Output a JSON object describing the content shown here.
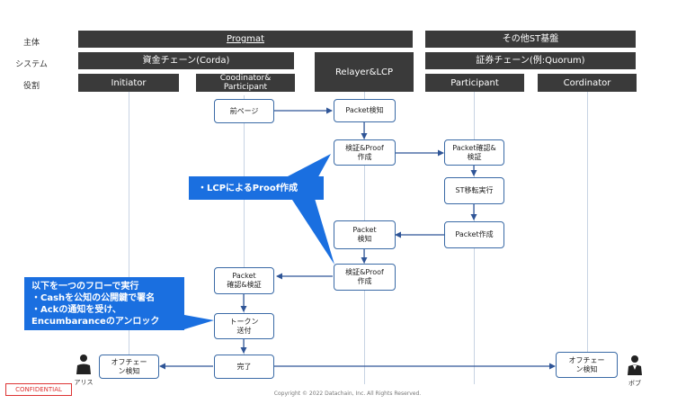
{
  "row_labels": [
    "主体",
    "システム",
    "役割"
  ],
  "headers": {
    "progmat": "Progmat",
    "other_base": "その他ST基盤",
    "cash_chain": "資金チェーン(Corda)",
    "relayer": "Relayer&LCP",
    "securities_chain": "証券チェーン(例:Quorum)",
    "initiator": "Initiator",
    "coordinator_participant": "Coodinator&\nParticipant",
    "participant": "Participant",
    "coordinator": "Cordinator"
  },
  "boxes": {
    "prev_page": "前ページ",
    "packet_detect": "Packet検知",
    "verify_proof_1": "検証&Proof\n作成",
    "packet_confirm_verify": "Packet確認&\n検証",
    "st_transfer": "ST移転実行",
    "packet_create": "Packet作成",
    "packet_detect_2": "Packet\n検知",
    "verify_proof_2": "検証&Proof\n作成",
    "packet_confirm_verify_2": "Packet\n確認&検証",
    "token_send": "トークン\n送付",
    "complete": "完了",
    "offchain_detect_left": "オフチェー\nン検知",
    "offchain_detect_right": "オフチェー\nン検知"
  },
  "callouts": {
    "lcp": "・LCPによるProof作成",
    "flow_lines": [
      "以下を一つのフローで実行",
      "・Cashを公知の公開鍵で署名",
      "・Ackの通知を受け、",
      "Encumbaranceのアンロック"
    ]
  },
  "persons": {
    "alice": "アリス",
    "bob": "ボブ"
  },
  "footer": {
    "confidential": "CONFIDENTIAL",
    "copyright": "Copyright © 2022 Datachain, Inc.  All Rights Reserved."
  },
  "colors": {
    "header": "#3a3a3a",
    "box_border": "#3a6aa6",
    "arrow": "#2f5597",
    "callout": "#1a6fe0",
    "lane": "#c7d3e3",
    "confidential": "#dd3333"
  }
}
